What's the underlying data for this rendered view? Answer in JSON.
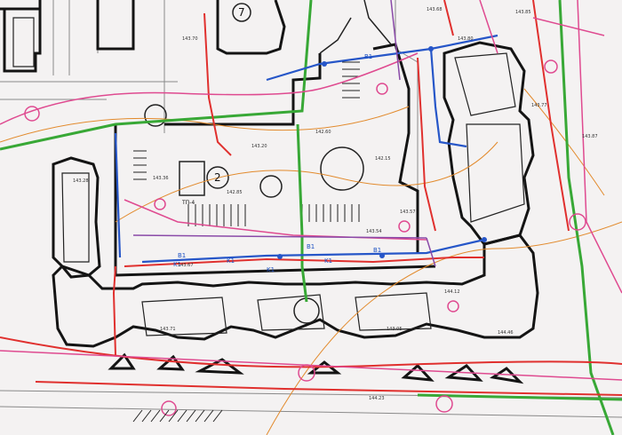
{
  "map": {
    "type": "site utility plan",
    "colors": {
      "paper": "#f4f2f2",
      "building_outline": "#141414",
      "power_line_red": "#e0302e",
      "water_line_blue": "#2656c8",
      "gas_line_green": "#38a836",
      "telecom_line_pink": "#df4a90",
      "contour_orange": "#e28a2c",
      "sewer_line_purple": "#8a4aa8"
    },
    "building_numbers": [
      "7",
      "2"
    ],
    "cable_labels": [
      "K1",
      "K1",
      "K1",
      "B1",
      "B1",
      "B1",
      "K1",
      "B1"
    ],
    "substation_label": "ТП-4",
    "elevation_marks": [
      "143.85",
      "143.80",
      "143.70",
      "143.20",
      "142.85",
      "143.87",
      "143.77",
      "143.67",
      "143.28",
      "143.36",
      "142.60",
      "142.15",
      "143.57",
      "143.71",
      "143.05",
      "144.12",
      "144.46",
      "144.23",
      "143.68",
      "143.54"
    ]
  }
}
